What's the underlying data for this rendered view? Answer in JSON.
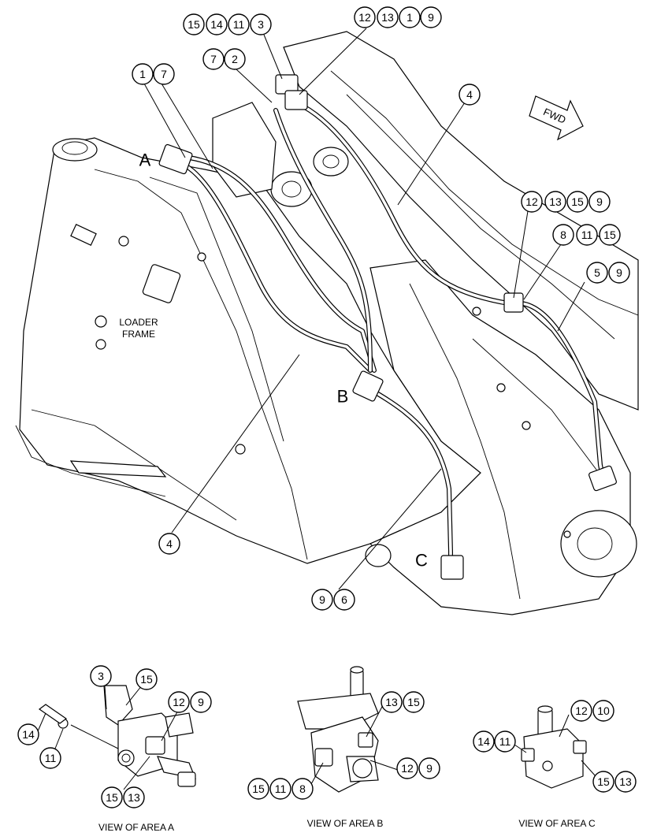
{
  "labels": {
    "loader_frame_line1": "LOADER",
    "loader_frame_line2": "FRAME",
    "fwd": "FWD",
    "area_a": "A",
    "area_b": "B",
    "area_c": "C",
    "view_a": "VIEW OF AREA A",
    "view_b": "VIEW OF AREA B",
    "view_c": "VIEW OF AREA C"
  },
  "callouts": {
    "main": [
      [
        "15",
        "14",
        "11",
        "3"
      ],
      [
        "12",
        "13",
        "1",
        "9"
      ],
      [
        "7",
        "2"
      ],
      [
        "1",
        "7"
      ],
      [
        "4"
      ],
      [
        "12",
        "13",
        "15",
        "9"
      ],
      [
        "8",
        "11",
        "15"
      ],
      [
        "5",
        "9"
      ],
      [
        "4"
      ],
      [
        "9",
        "6"
      ]
    ],
    "view_a": [
      [
        "3"
      ],
      [
        "15"
      ],
      [
        "12",
        "9"
      ],
      [
        "14"
      ],
      [
        "11"
      ],
      [
        "15",
        "13"
      ]
    ],
    "view_b": [
      [
        "13",
        "15"
      ],
      [
        "12",
        "9"
      ],
      [
        "15",
        "11",
        "8"
      ]
    ],
    "view_c": [
      [
        "12",
        "10"
      ],
      [
        "14",
        "11"
      ],
      [
        "15",
        "13"
      ]
    ]
  }
}
